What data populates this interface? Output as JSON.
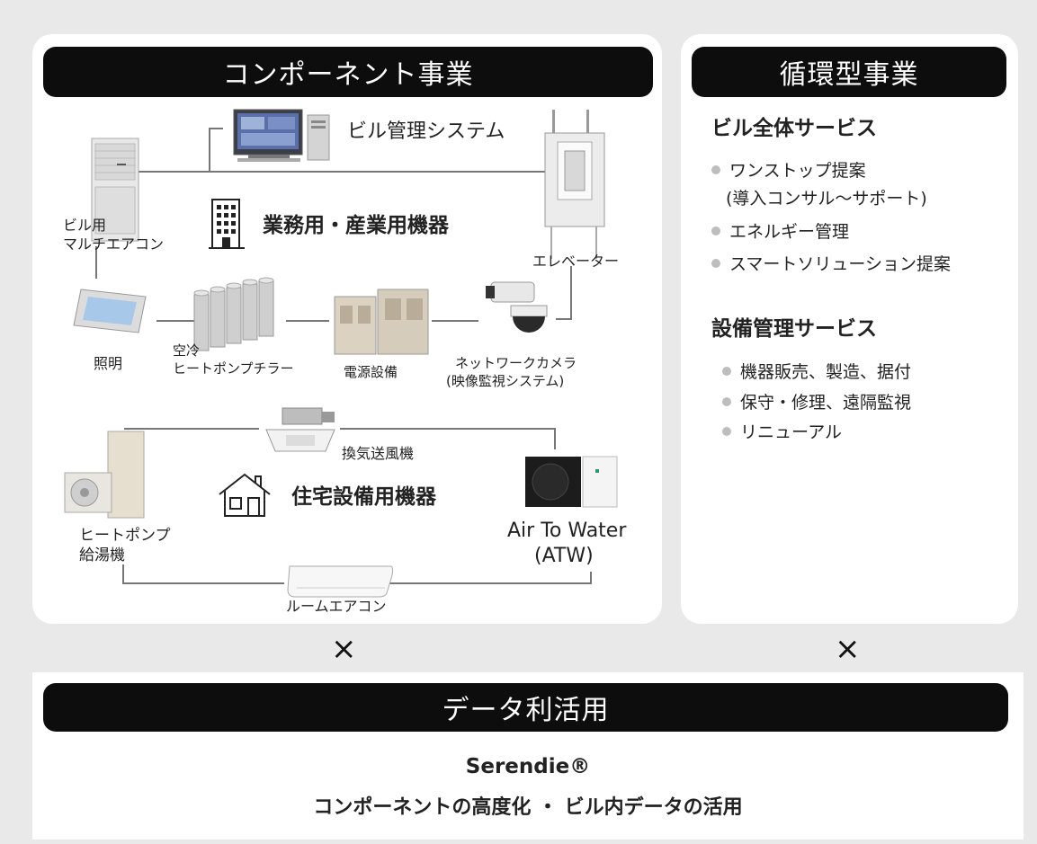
{
  "left": {
    "header": "コンポーネント事業",
    "bms": "ビル管理システム",
    "commercial": "業務用・産業用機器",
    "aircon_building_l1": "ビル用",
    "aircon_building_l2": "マルチエアコン",
    "elevator": "エレベーター",
    "lighting": "照明",
    "chiller_l1": "空冷",
    "chiller_l2": "ヒートポンプチラー",
    "power": "電源設備",
    "camera_l1": "ネットワークカメラ",
    "camera_l2": "(映像監視システム)",
    "ventilation": "換気送風機",
    "residential": "住宅設備用機器",
    "heatpump_l1": "ヒートポンプ",
    "heatpump_l2": "給湯機",
    "atw_l1": "Air To Water",
    "atw_l2": "(ATW)",
    "room_ac": "ルームエアコン"
  },
  "right": {
    "header": "循環型事業",
    "section1": "ビル全体サービス",
    "s1_items": [
      "ワンストップ提案",
      "(導入コンサル～サポート)",
      "エネルギー管理",
      "スマートソリューション提案"
    ],
    "section2": "設備管理サービス",
    "s2_items": [
      "機器販売、製造、据付",
      "保守・修理、遠隔監視",
      "リニューアル"
    ]
  },
  "times": "×",
  "bottom": {
    "header": "データ利活用",
    "brand": "Serendie®",
    "caption": "コンポーネントの高度化 ・ ビル内データの活用"
  }
}
